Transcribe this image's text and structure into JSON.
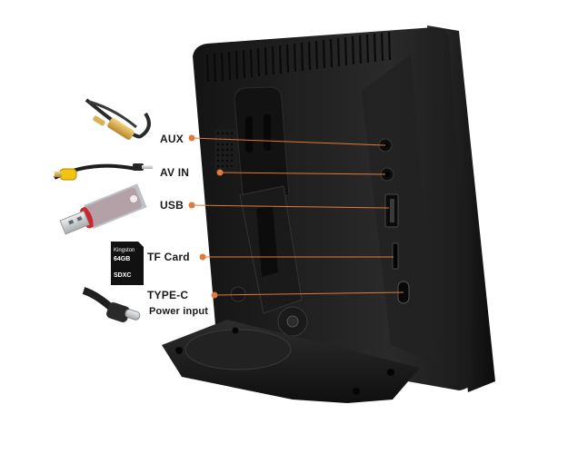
{
  "ports": [
    {
      "label": "AUX"
    },
    {
      "label": "AV IN"
    },
    {
      "label": "USB"
    },
    {
      "label": "TF Card"
    },
    {
      "label": "TYPE-C",
      "sublabel": "Power input"
    }
  ],
  "sd_card": {
    "brand": "Kingston",
    "capacity": "64GB",
    "type": "SDXC"
  },
  "colors": {
    "callout": "#e07a3a",
    "monitor": "#1b1b1b",
    "usb_body": "#c9272b",
    "usb_metal": "#cfd3d6"
  }
}
